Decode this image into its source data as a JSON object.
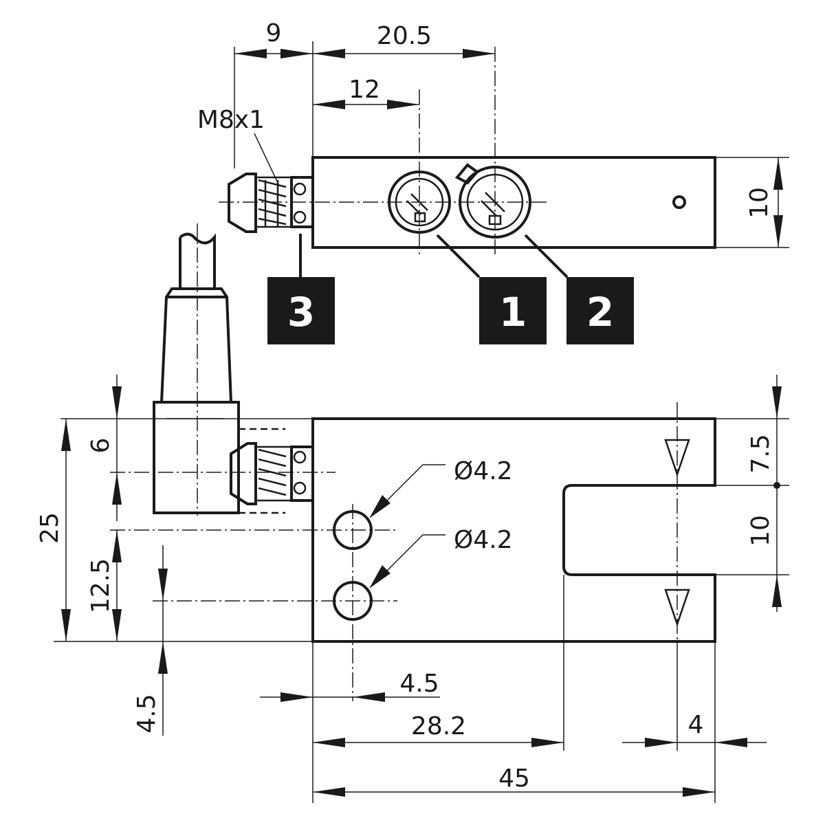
{
  "top_view": {
    "dims": {
      "connector_length": "9",
      "axis_to_lens2": "20.5",
      "axis_to_lens1": "12",
      "thread": "M8x1",
      "height": "10"
    },
    "callouts": [
      "1",
      "2",
      "3"
    ]
  },
  "front_view": {
    "dims": {
      "slot_top": "7.5",
      "slot_width": "10",
      "connector_offset": "6",
      "total_height": "25",
      "hole_height": "12.5",
      "hole_bottom": "4.5",
      "hole_diameter_1": "Ø4.2",
      "hole_diameter_2": "Ø4.2",
      "hole_from_edge": "4.5",
      "slot_depth": "28.2",
      "slot_to_optical_axis": "4",
      "total_width": "45"
    }
  },
  "colors": {
    "line": "#1a1a1a",
    "badge": "#1a1a1a",
    "background": "#ffffff"
  }
}
